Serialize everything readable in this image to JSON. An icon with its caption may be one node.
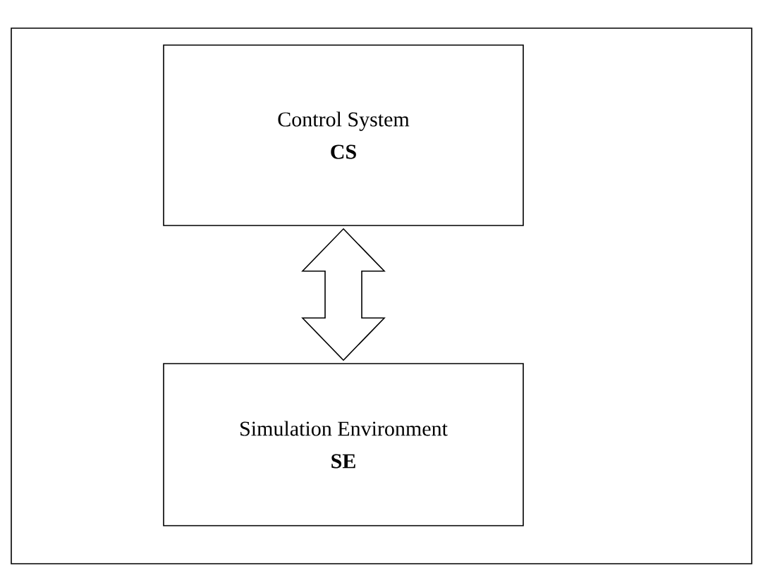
{
  "diagram": {
    "nodes": [
      {
        "text": [
          "Control System",
          "CS"
        ]
      },
      {
        "text": [
          "Simulation Environment",
          "SE"
        ]
      }
    ],
    "edges": [
      {
        "from": 0,
        "to": 1,
        "arrow": "both"
      }
    ]
  }
}
